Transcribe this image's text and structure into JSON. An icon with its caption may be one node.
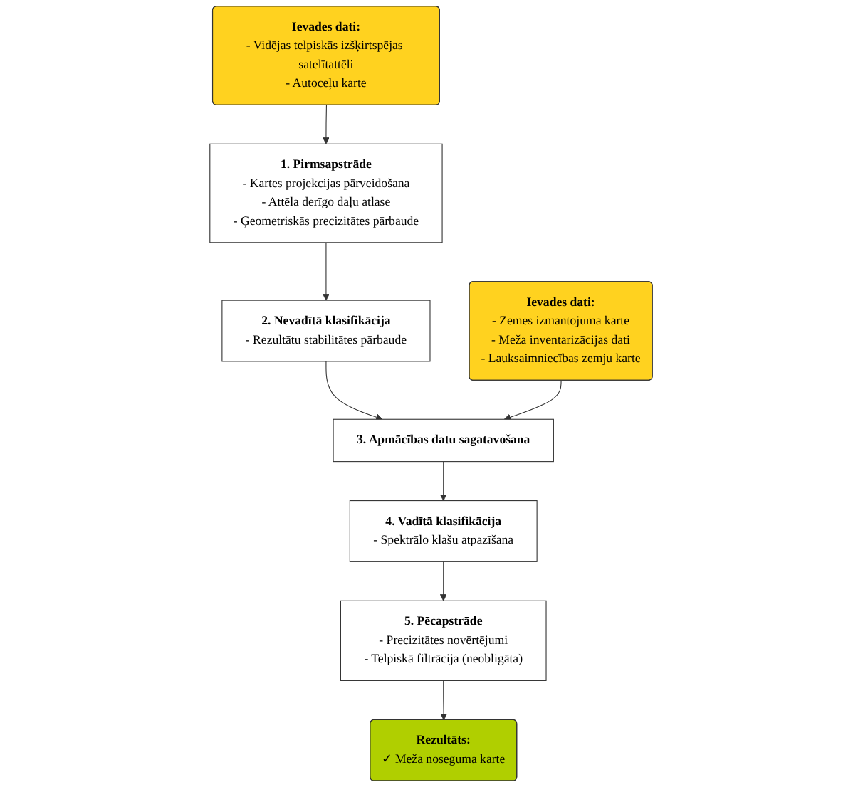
{
  "diagram": {
    "nodes": [
      {
        "text": [
          "Ievades dati:",
          "- Vidējas telpiskās izšķirtspējas satelītattēli",
          "- Autoceļu karte"
        ]
      },
      {
        "text": [
          "1. Pirmsapstrāde",
          "- Kartes projekcijas pārveidošana",
          "- Attēla derīgo daļu atlase",
          "- Ģeometriskās precizitātes pārbaude"
        ]
      },
      {
        "text": [
          "2. Nevadītā klasifikācija",
          "- Rezultātu stabilitātes pārbaude"
        ]
      },
      {
        "text": [
          "Ievades dati:",
          "- Zemes izmantojuma karte",
          "- Meža inventarizācijas dati",
          "- Lauksaimniecības zemju karte"
        ]
      },
      {
        "text": [
          "3. Apmācības datu sagatavošana"
        ]
      },
      {
        "text": [
          "4. Vadītā klasifikācija",
          "- Spektrālo klašu atpazīšana"
        ]
      },
      {
        "text": [
          "Rezultāts:",
          "✓ Meža noseguma karte"
        ]
      },
      {
        "text": [
          "5. Pēcapstrāde",
          "- Precizitātes novērtējumi",
          "- Telpiskā filtrācija (neobligāta)"
        ]
      }
    ],
    "edges": [
      {
        "from": 0,
        "to": 1,
        "arrow": "to"
      },
      {
        "from": 1,
        "to": 2,
        "arrow": "to"
      },
      {
        "from": 2,
        "to": 4,
        "arrow": "to"
      },
      {
        "from": 3,
        "to": 4,
        "arrow": "to"
      },
      {
        "from": 4,
        "to": 5,
        "arrow": "to"
      },
      {
        "from": 5,
        "to": 7,
        "arrow": "to"
      },
      {
        "from": 7,
        "to": 6,
        "arrow": "to"
      }
    ]
  }
}
